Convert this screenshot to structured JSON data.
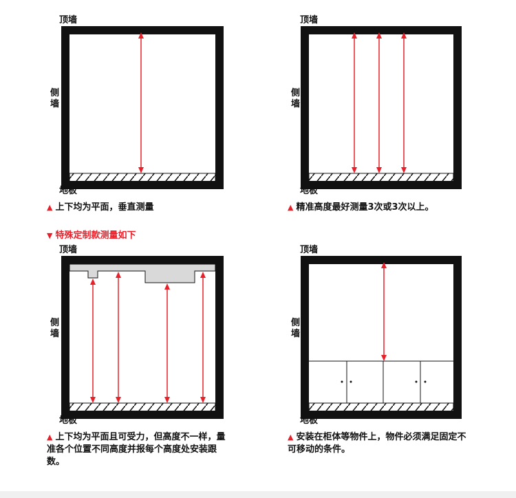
{
  "labels": {
    "ceiling": "顶墙",
    "side_wall": "侧墙",
    "floor": "地板"
  },
  "captions": {
    "panel1": "上下均为平面，垂直测量",
    "panel2": "精准高度最好测量3次或3次以上。",
    "panel3": "上下均为平面且可受力，但高度不一样，量准各个位置不同高度并报每个高度处安装跟数。",
    "panel4": "安装在柜体等物件上，物件必须满足固定不可移动的条件。"
  },
  "section_heading": "特殊定制款测量如下",
  "colors": {
    "wall": "#111111",
    "arrow": "#e8202a",
    "ceiling_fill": "#d9d9d9"
  }
}
